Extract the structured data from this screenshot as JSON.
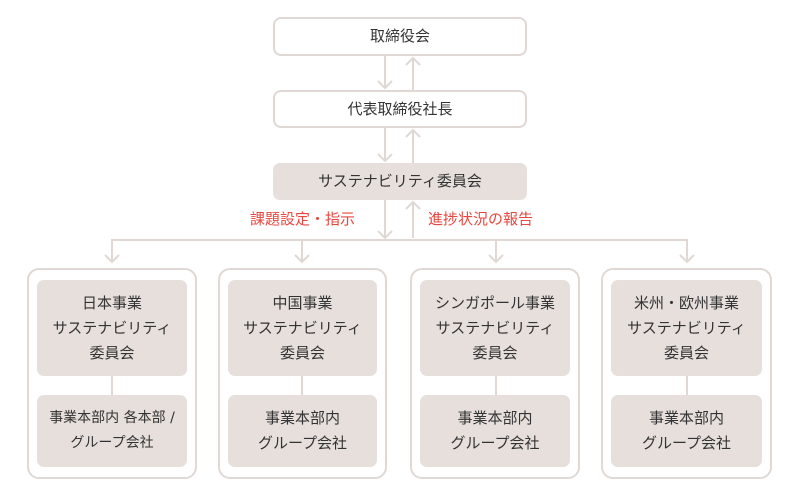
{
  "colors": {
    "line": "#e0d8d4",
    "fill": "#e6dfdb",
    "accent": "#e8473f"
  },
  "top": {
    "board": "取締役会",
    "ceo": "代表取締役社長",
    "committee": "サステナビリティ委員会"
  },
  "labels": {
    "down": "課題設定・指示",
    "up": "進捗状況の報告"
  },
  "units": [
    {
      "committee": [
        "日本事業",
        "サステナビリティ",
        "委員会"
      ],
      "members": [
        "事業本部内 各本部 /",
        "グループ会社"
      ]
    },
    {
      "committee": [
        "中国事業",
        "サステナビリティ",
        "委員会"
      ],
      "members": [
        "事業本部内",
        "グループ会社"
      ]
    },
    {
      "committee": [
        "シンガポール事業",
        "サステナビリティ",
        "委員会"
      ],
      "members": [
        "事業本部内",
        "グループ会社"
      ]
    },
    {
      "committee": [
        "米州・欧州事業",
        "サステナビリティ",
        "委員会"
      ],
      "members": [
        "事業本部内",
        "グループ会社"
      ]
    }
  ]
}
